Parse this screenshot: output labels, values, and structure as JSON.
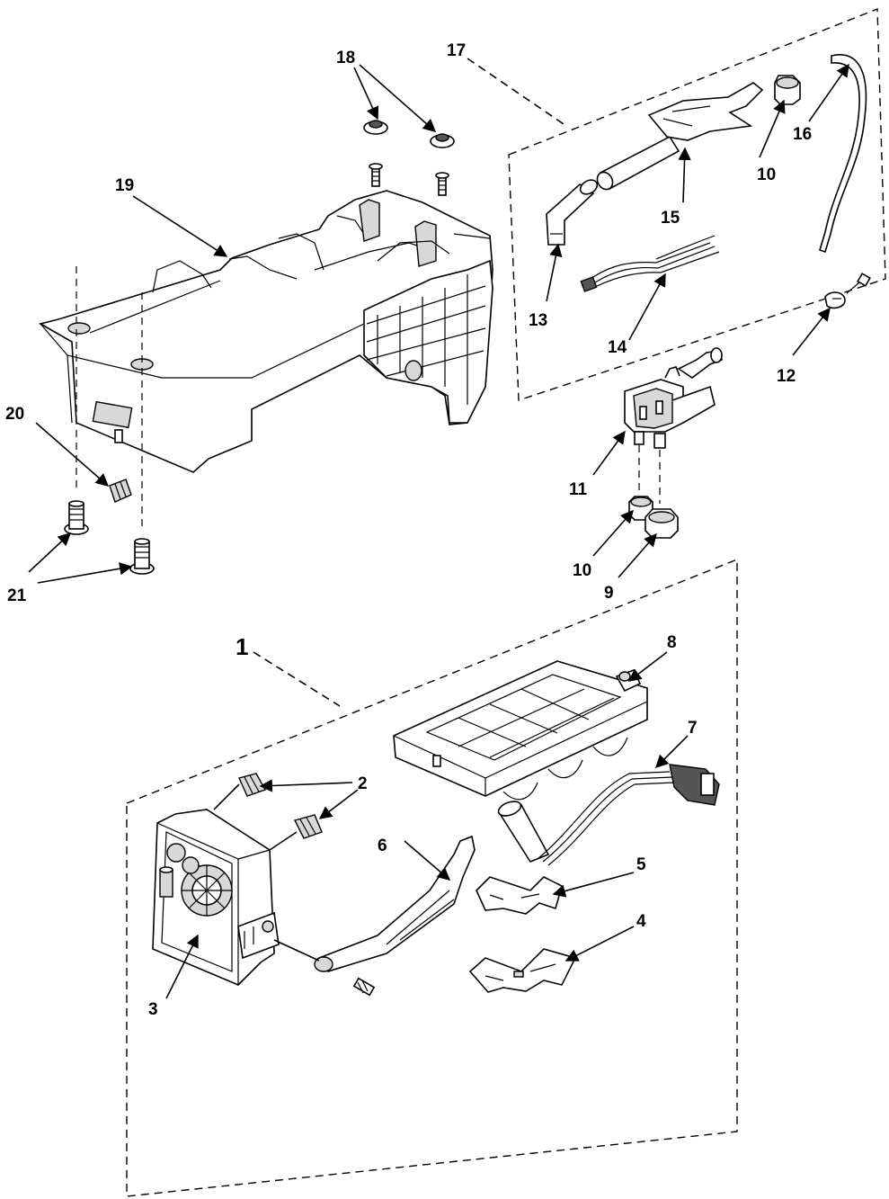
{
  "callouts": {
    "c1": "1",
    "c2": "2",
    "c3": "3",
    "c4": "4",
    "c5": "5",
    "c6": "6",
    "c7": "7",
    "c8": "8",
    "c9": "9",
    "c10a": "10",
    "c10b": "10",
    "c11": "11",
    "c12": "12",
    "c13": "13",
    "c14": "14",
    "c15": "15",
    "c16": "16",
    "c17": "17",
    "c18": "18",
    "c19": "19",
    "c20": "20",
    "c21": "21"
  }
}
